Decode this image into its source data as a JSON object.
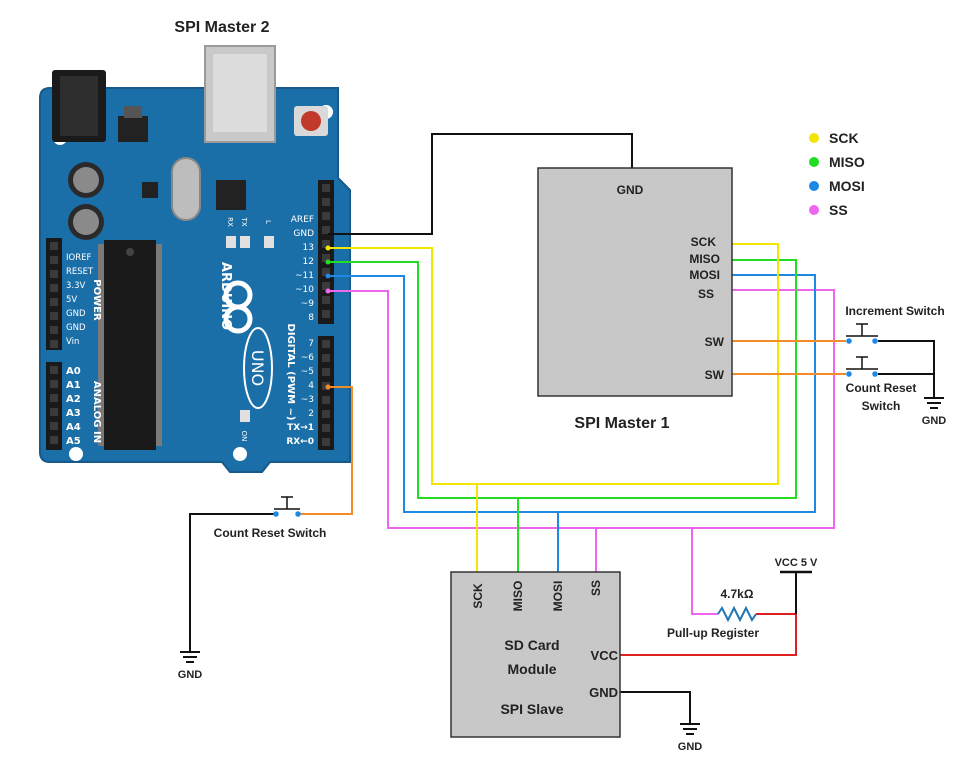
{
  "titles": {
    "master2": "SPI Master 2",
    "master1": "SPI Master 1"
  },
  "legend": [
    {
      "label": "SCK",
      "color": "#f2e600"
    },
    {
      "label": "MISO",
      "color": "#22dd22"
    },
    {
      "label": "MOSI",
      "color": "#1e88e5"
    },
    {
      "label": "SS",
      "color": "#ee66ee"
    }
  ],
  "master1_pins": {
    "gnd": "GND",
    "sck": "SCK",
    "miso": "MISO",
    "mosi": "MOSI",
    "ss": "SS",
    "sw1": "SW",
    "sw2": "SW"
  },
  "sdcard": {
    "pins": [
      "SCK",
      "MISO",
      "MOSI",
      "SS"
    ],
    "line1": "SD Card",
    "line2": "Module",
    "line3": "SPI Slave",
    "vcc": "VCC",
    "gnd": "GND"
  },
  "components": {
    "increment_switch": "Increment Switch",
    "count_reset_right_1": "Count Reset",
    "count_reset_right_2": "Switch",
    "count_reset_left": "Count Reset Switch",
    "resistor_value": "4.7kΩ",
    "resistor_label": "Pull-up Register",
    "vcc_label": "VCC 5 V",
    "gnd": "GND"
  },
  "arduino": {
    "brand": "ARDUINO",
    "model": "UNO",
    "power_title": "POWER",
    "analog_title": "ANALOG IN",
    "digital_title": "DIGITAL (PWM ~)",
    "on_label": "ON",
    "led_l": "L",
    "led_tx": "TX",
    "led_rx": "RX",
    "power_pins": [
      "IOREF",
      "RESET",
      "3.3V",
      "5V",
      "GND",
      "GND",
      "Vin"
    ],
    "analog_pins": [
      "A0",
      "A1",
      "A2",
      "A3",
      "A4",
      "A5"
    ],
    "digital_top": [
      "AREF",
      "GND",
      "13",
      "12",
      "~11",
      "~10",
      "~9",
      "8"
    ],
    "digital_bottom": [
      "7",
      "~6",
      "~5",
      "4",
      "~3",
      "2",
      "TX→1",
      "RX←0"
    ]
  },
  "colors": {
    "board": "#1b6fa8",
    "board_edge": "#155a8a",
    "module_fill": "#c8c8c8",
    "wire_black": "#111111",
    "wire_orange": "#f28c28",
    "wire_red": "#e02020",
    "resistor": "#1f77b4"
  }
}
